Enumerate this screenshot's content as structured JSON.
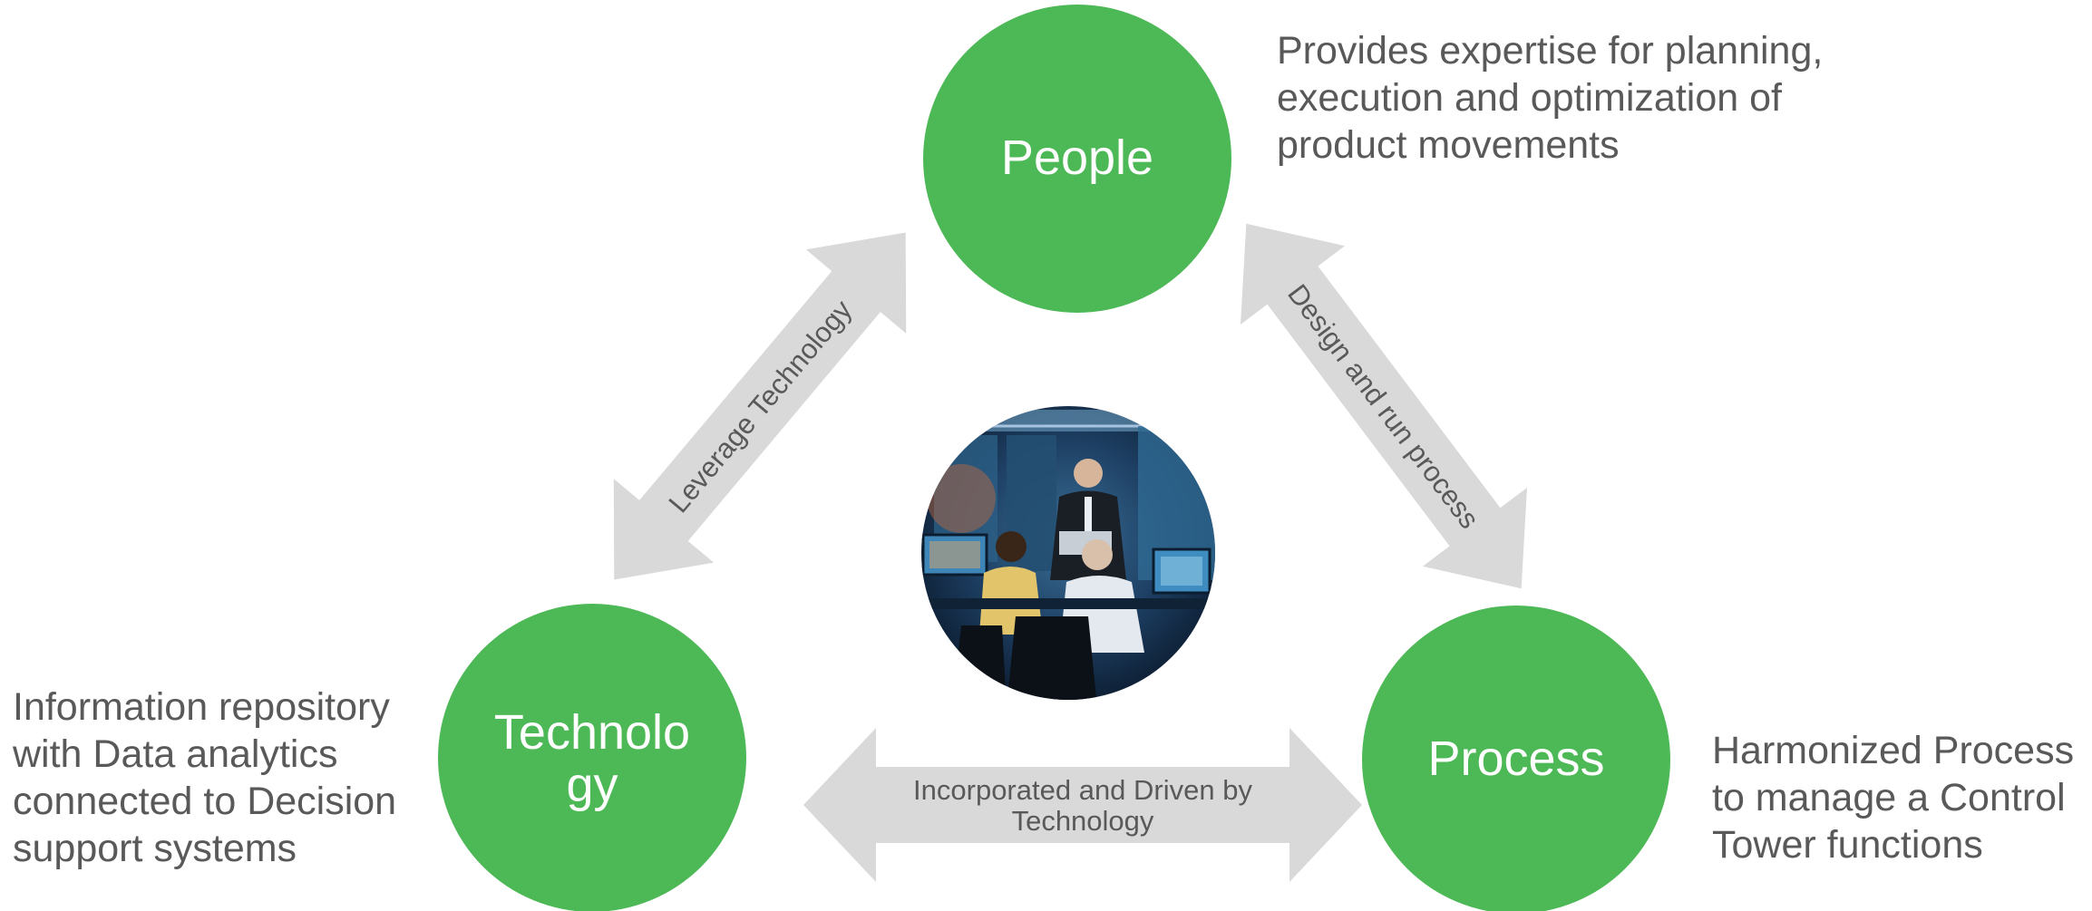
{
  "colors": {
    "node_fill": "#4db856",
    "arrow_fill": "#d9d9d9",
    "text": "#595959",
    "node_text": "#ffffff"
  },
  "nodes": {
    "people": {
      "label": "People"
    },
    "technology": {
      "label_lines": [
        "Technolo",
        "gy"
      ]
    },
    "process": {
      "label": "Process"
    }
  },
  "arrows": {
    "people_technology": {
      "label": "Leverage Technology"
    },
    "people_process": {
      "label": "Design and run process"
    },
    "technology_process": {
      "label_lines": [
        "Incorporated and Driven by",
        "Technology"
      ]
    }
  },
  "descriptions": {
    "people": [
      "Provides expertise for planning,",
      "execution and optimization of",
      "product movements"
    ],
    "technology": [
      "Information repository",
      "with Data analytics",
      "connected to Decision",
      "support systems"
    ],
    "process": [
      "Harmonized Process",
      "to manage a Control",
      "Tower functions"
    ]
  },
  "center_photo": {
    "icon": "control-room-photo"
  }
}
